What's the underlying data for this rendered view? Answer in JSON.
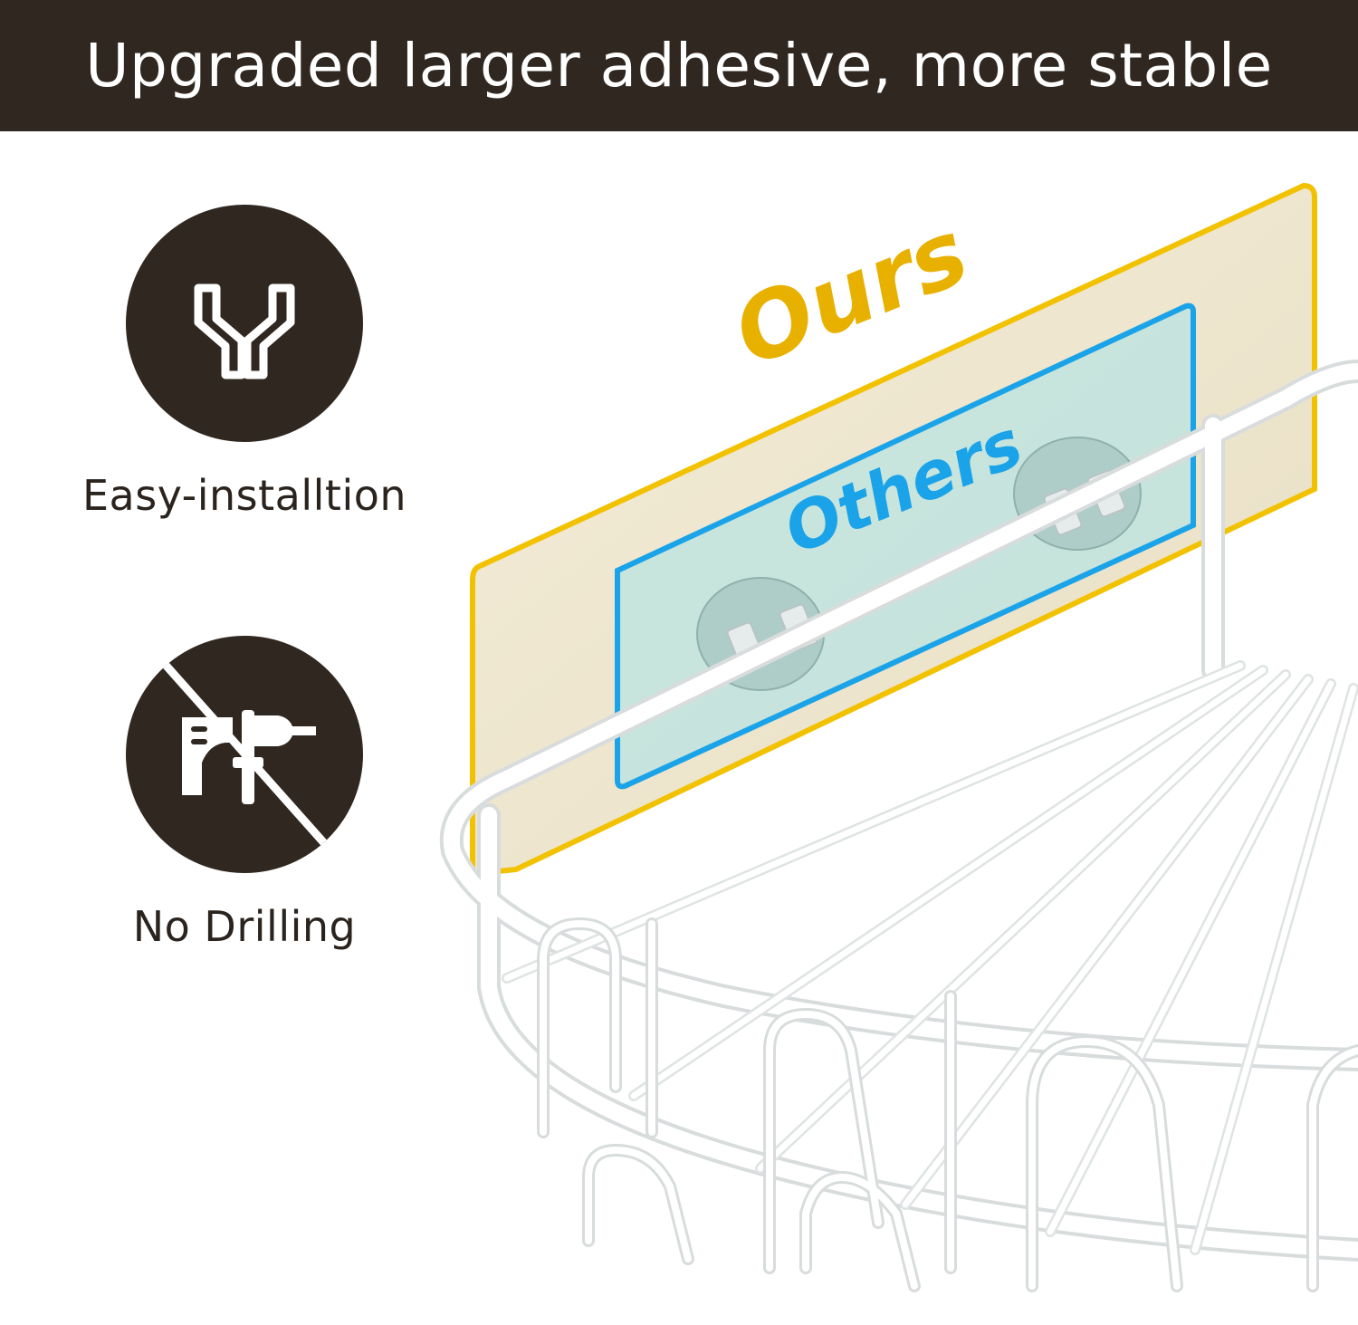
{
  "banner": {
    "title": "Upgraded larger adhesive, more stable",
    "background_color": "#2f2720",
    "text_color": "#ffffff"
  },
  "features": [
    {
      "label": "Easy-installtion",
      "icon": "hands-icon"
    },
    {
      "label": "No Drilling",
      "icon": "no-drill-icon"
    }
  ],
  "comparison": {
    "ours_label": "Ours",
    "others_label": "Others",
    "ours_color": "#e8b100",
    "others_color": "#1aa3e8",
    "ours_pad_color": "#efe8d2",
    "others_pad_color": "#bfe3df"
  },
  "product": {
    "name": "white wire corner shower caddy basket",
    "color": "#ffffff"
  }
}
